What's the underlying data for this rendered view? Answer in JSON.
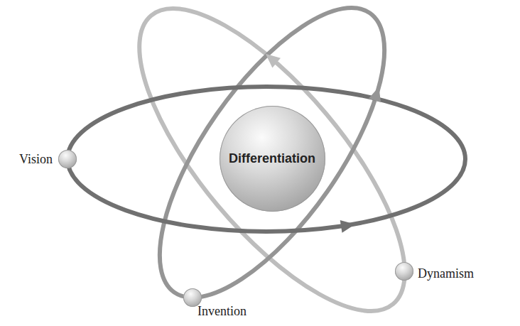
{
  "diagram": {
    "nodes": [
      {
        "text": [
          "Differentiation"
        ]
      },
      {
        "text": [
          "Vision"
        ]
      },
      {
        "text": [
          "Invention"
        ]
      },
      {
        "text": [
          "Dynamism"
        ]
      }
    ]
  }
}
